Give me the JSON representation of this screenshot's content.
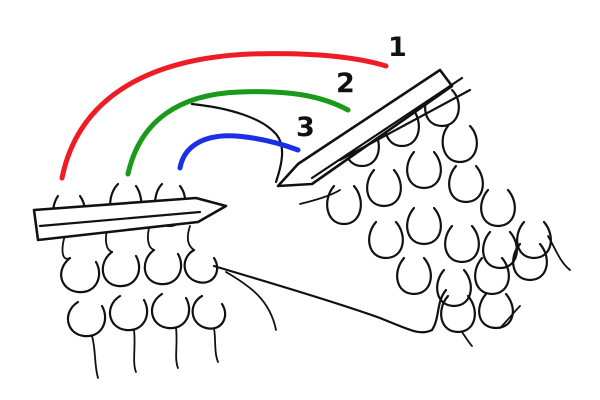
{
  "labels": {
    "first": "1",
    "second": "2",
    "third": "3"
  },
  "colors": {
    "arc_1": "#ee1c24",
    "arc_2": "#1a9a1a",
    "arc_3": "#1b2fe8",
    "ink": "#111111"
  }
}
